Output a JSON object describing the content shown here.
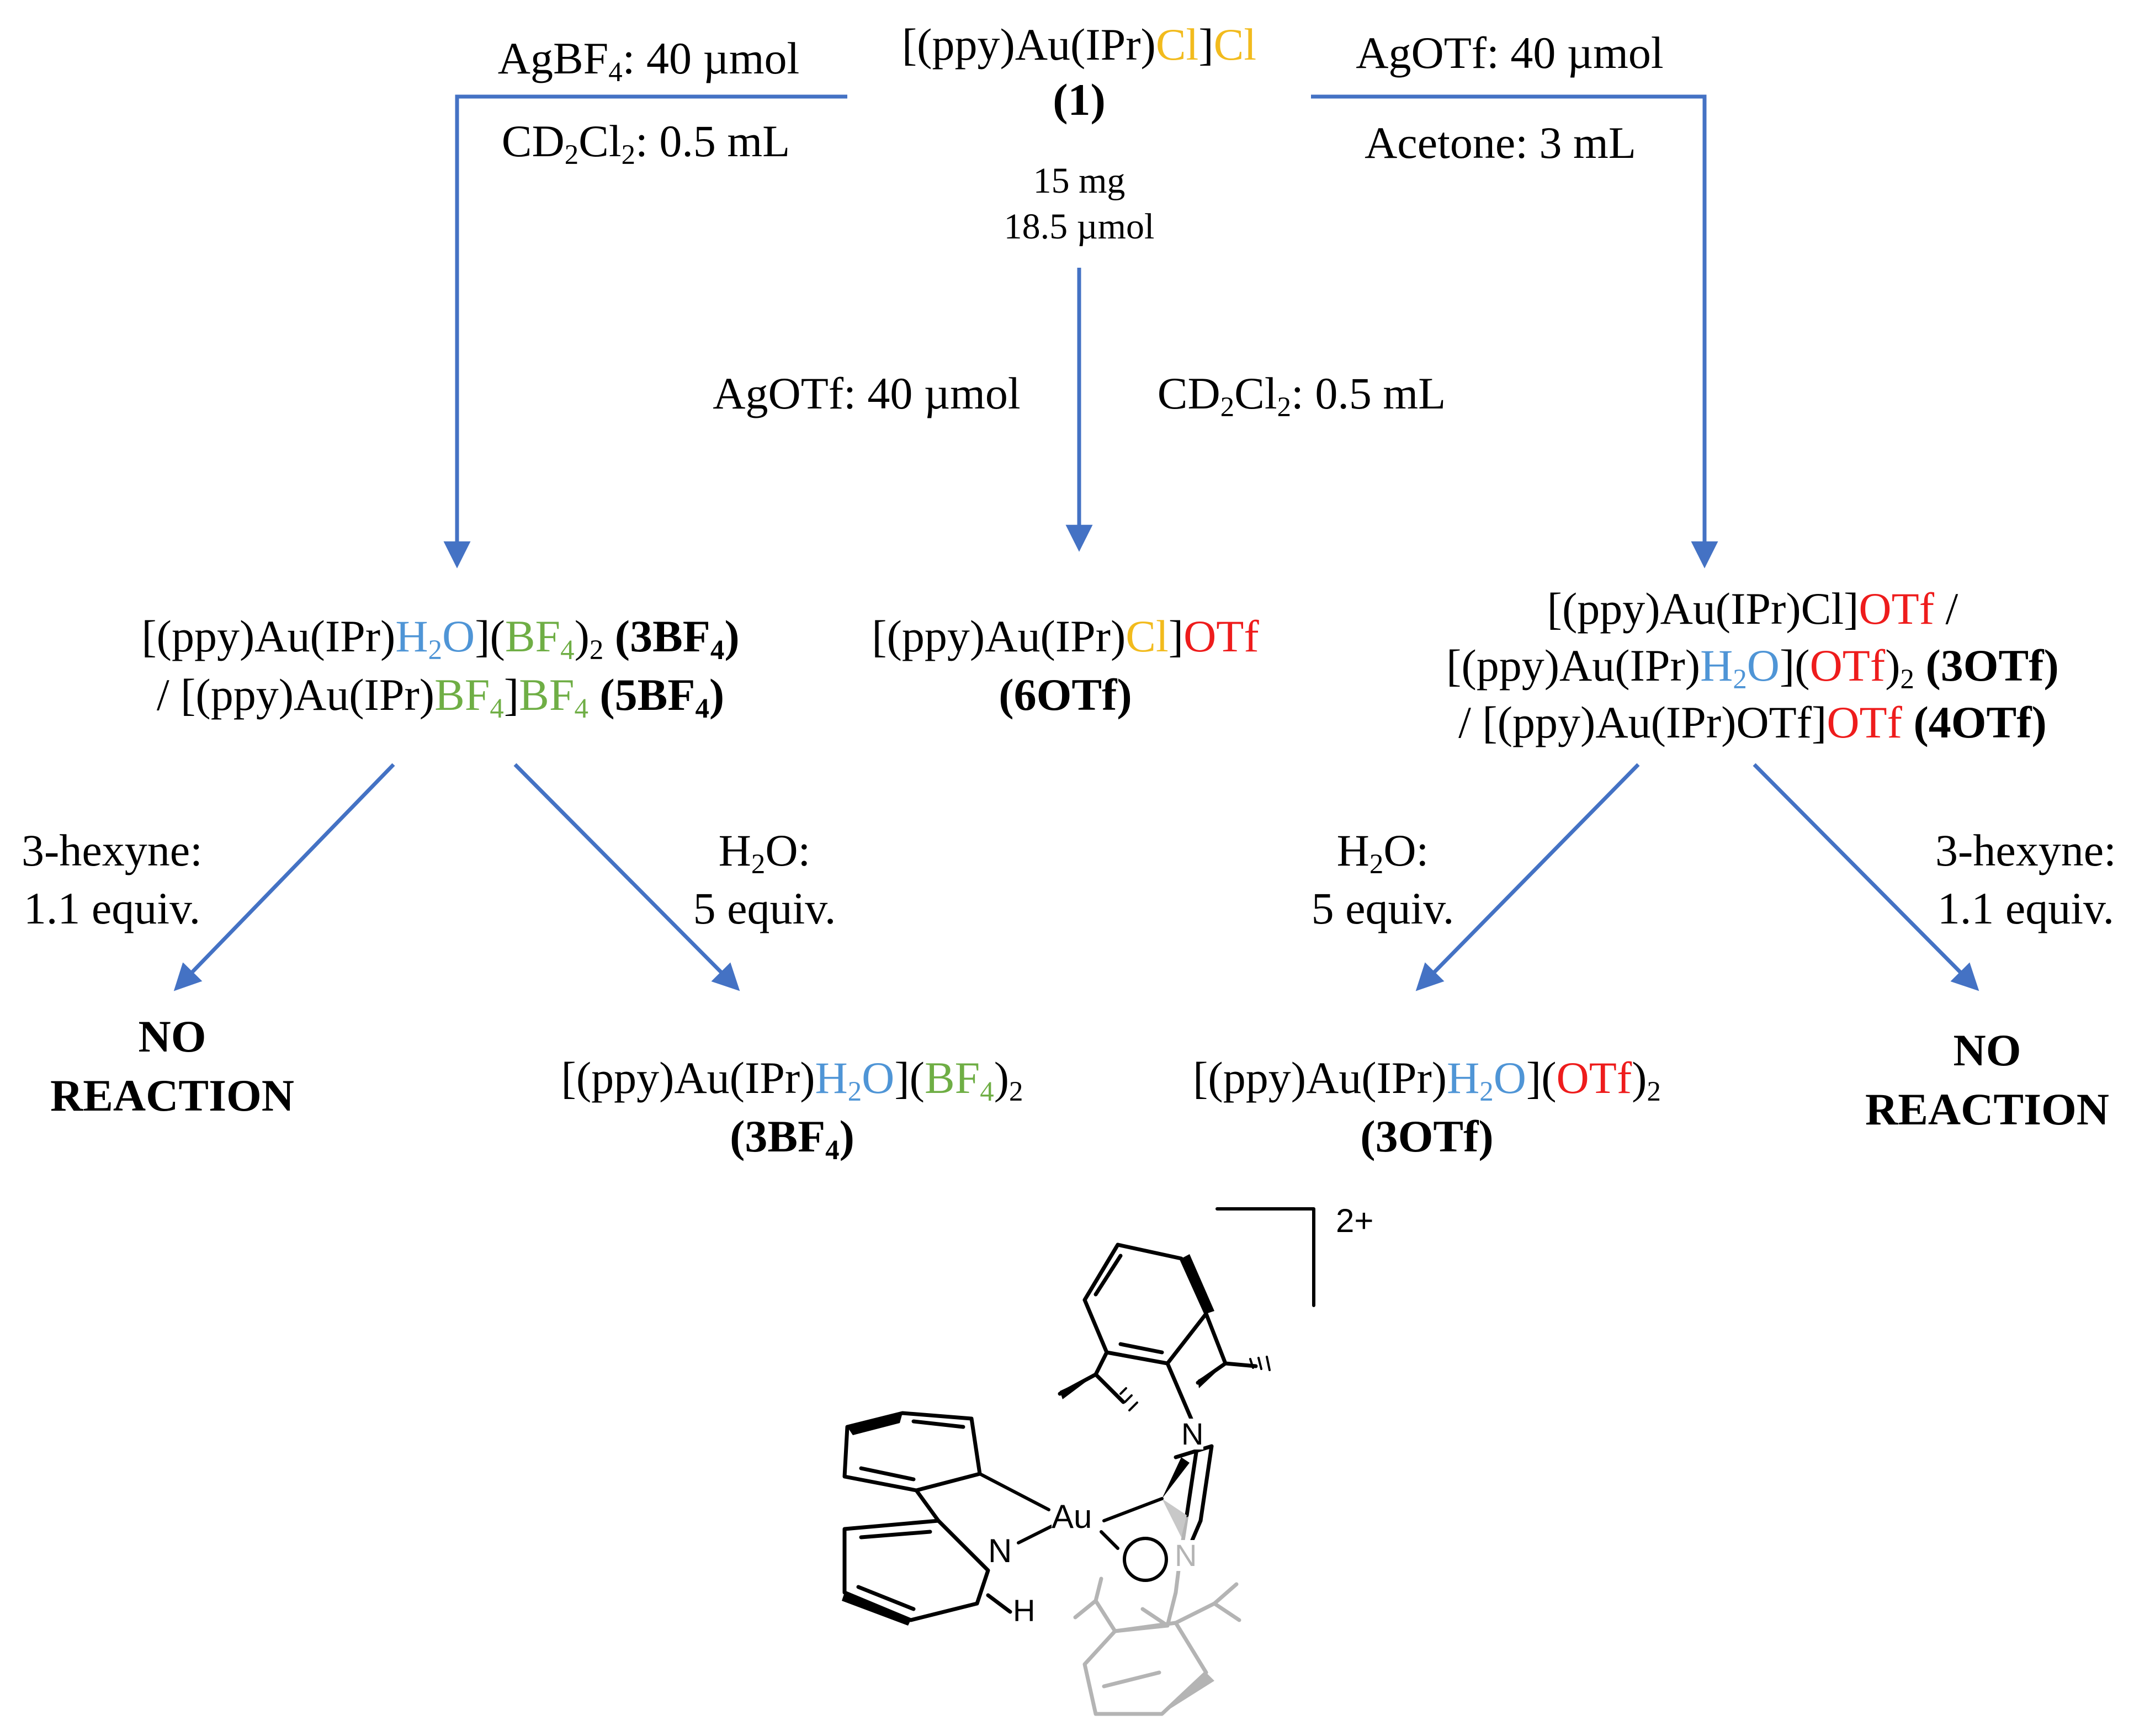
{
  "colors": {
    "arrow": "#4472c4",
    "chloride": "#f2bb1d",
    "triflate": "#ee1c1c",
    "water": "#4f95d6",
    "tetrafluoroborate": "#6fae45"
  },
  "start": {
    "formula_pre": "[(ppy)Au(IPr)",
    "cl1": "Cl",
    "close": "]",
    "cl2": "Cl",
    "label": "(1)",
    "mass": "15 mg",
    "amount": "18.5 µmol"
  },
  "left_branch": {
    "reagent_pre": "AgBF",
    "reagent_sub": "4",
    "reagent_post": ": 40 µmol",
    "solvent_a": "CD",
    "solvent_sub1": "2",
    "solvent_b": "Cl",
    "solvent_sub2": "2",
    "solvent_post": ": 0.5 mL"
  },
  "right_branch": {
    "reagent": "AgOTf: 40 µmol",
    "solvent": "Acetone: 3 mL"
  },
  "middle_branch": {
    "reagent": "AgOTf: 40 µmol",
    "solvent_a": "CD",
    "solvent_sub1": "2",
    "solvent_b": "Cl",
    "solvent_sub2": "2",
    "solvent_post": ": 0.5 mL"
  },
  "product_left": {
    "l1_pre": "[(ppy)Au(IPr)",
    "water": "H",
    "water_sub": "2",
    "water_post": "O",
    "close": "](",
    "bf4": "BF",
    "bf4_sub": "4",
    "paren": ")",
    "sub2": "2",
    "label1_pre": " (3BF",
    "label1_sub": "4",
    "label1_post": ")",
    "l2_pre": "/ [(ppy)Au(IPr)",
    "bf4b": "BF",
    "bf4b_sub": "4",
    "close2": "]",
    "bf4c": "BF",
    "bf4c_sub": "4",
    "label2_pre": " (5BF",
    "label2_sub": "4",
    "label2_post": ")"
  },
  "product_middle": {
    "pre": "[(ppy)Au(IPr)",
    "cl": "Cl",
    "close": "]",
    "otf": "OTf",
    "label": "(6OTf)"
  },
  "product_right": {
    "l1_pre": "[(ppy)Au(IPr)Cl]",
    "l1_otf": "OTf",
    "l1_slash": " /",
    "l2_pre": "[(ppy)Au(IPr)",
    "water": "H",
    "water_sub": "2",
    "water_post": "O",
    "close": "](",
    "otf": "OTf",
    "paren": ")",
    "sub2": "2",
    "label": " (3OTf)",
    "l3_pre": "/ [(ppy)Au(IPr)OTf]",
    "l3_otf": "OTf",
    "label3": " (4OTf)"
  },
  "step_left_hexyne": {
    "line1": "3-hexyne:",
    "line2": "1.1 equiv."
  },
  "step_left_water": {
    "a": "H",
    "sub": "2",
    "b": "O:",
    "line2": "5 equiv."
  },
  "step_right_water": {
    "a": "H",
    "sub": "2",
    "b": "O:",
    "line2": "5 equiv."
  },
  "step_right_hexyne": {
    "line1": "3-hexyne:",
    "line2": "1.1 equiv."
  },
  "no_reaction": {
    "line1": "NO",
    "line2": "REACTION"
  },
  "final_left": {
    "pre": "[(ppy)Au(IPr)",
    "water": "H",
    "water_sub": "2",
    "water_post": "O",
    "close": "](",
    "bf4": "BF",
    "bf4_sub": "4",
    "paren": ")",
    "sub2": "2",
    "label_pre": "(3BF",
    "label_sub": "4",
    "label_post": ")"
  },
  "final_right": {
    "pre": "[(ppy)Au(IPr)",
    "water": "H",
    "water_sub": "2",
    "water_post": "O",
    "close": "](",
    "otf": "OTf",
    "paren": ")",
    "sub2": "2",
    "label": "(3OTf)"
  },
  "structure": {
    "charge": "2+",
    "au": "Au",
    "n_py": "N",
    "n_imid1": "N",
    "n_imid2": "N",
    "h": "H"
  }
}
